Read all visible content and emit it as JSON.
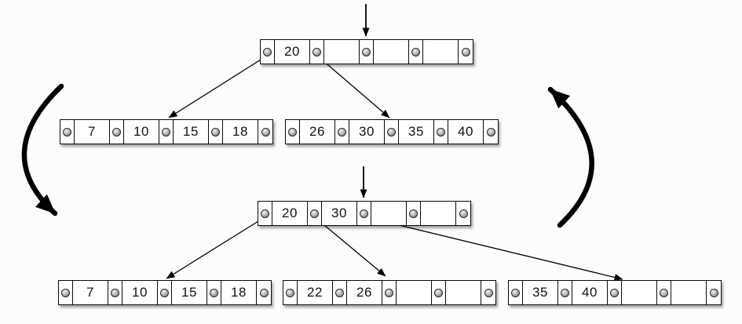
{
  "diagram_type": "b-tree-insert-split",
  "colors": {
    "background": "#fcfcfc",
    "node_fill": "#ffffff",
    "line": "#000000",
    "pointer_dot": "#8a8a8a"
  },
  "tree_before": {
    "root": {
      "keys": [
        "20",
        "",
        "",
        ""
      ]
    },
    "children": [
      {
        "keys": [
          "7",
          "10",
          "15",
          "18"
        ]
      },
      {
        "keys": [
          "26",
          "30",
          "35",
          "40"
        ]
      }
    ]
  },
  "tree_after": {
    "root": {
      "keys": [
        "20",
        "30",
        "",
        ""
      ]
    },
    "children": [
      {
        "keys": [
          "7",
          "10",
          "15",
          "18"
        ]
      },
      {
        "keys": [
          "22",
          "26",
          "",
          ""
        ]
      },
      {
        "keys": [
          "35",
          "40",
          "",
          ""
        ]
      }
    ]
  },
  "edges": [
    {
      "id": "insertion-arrow-before",
      "kind": "insertion-marker",
      "to": "before-root-pointer-2"
    },
    {
      "id": "pointer-arrow-before-child-0",
      "kind": "child-pointer",
      "from": "before-root-pointer-0",
      "to": "before-child-0"
    },
    {
      "id": "pointer-arrow-before-child-1",
      "kind": "child-pointer",
      "from": "before-root-pointer-1",
      "to": "before-child-1"
    },
    {
      "id": "insertion-arrow-after",
      "kind": "insertion-marker",
      "to": "after-root-pointer-2"
    },
    {
      "id": "pointer-arrow-after-child-0",
      "kind": "child-pointer",
      "from": "after-root-pointer-0",
      "to": "after-child-0"
    },
    {
      "id": "pointer-arrow-after-child-1",
      "kind": "child-pointer",
      "from": "after-root-pointer-1",
      "to": "after-child-1"
    },
    {
      "id": "pointer-arrow-after-child-2",
      "kind": "child-pointer",
      "from": "after-root-pointer-2",
      "to": "after-child-2"
    },
    {
      "id": "cycle-arrow-left",
      "kind": "transition-arrow",
      "direction": "down"
    },
    {
      "id": "cycle-arrow-right",
      "kind": "transition-arrow",
      "direction": "up"
    }
  ]
}
